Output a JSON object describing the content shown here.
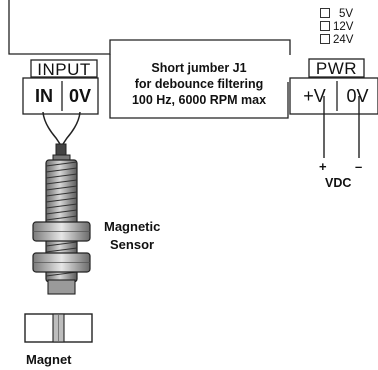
{
  "voltage_options": [
    "5V",
    "12V",
    "24V"
  ],
  "input_block": {
    "header": "INPUT",
    "terminals": [
      "IN",
      "0V"
    ]
  },
  "pwr_block": {
    "header": "PWR",
    "terminals": [
      "+V",
      "0V"
    ]
  },
  "jumper_note": [
    "Short jumber J1",
    "for debounce filtering",
    "100 Hz, 6000 RPM max"
  ],
  "vdc": {
    "plus": "+",
    "minus": "–",
    "label": "VDC"
  },
  "sensor_label": [
    "Magnetic",
    "Sensor"
  ],
  "magnet_label": "Magnet"
}
